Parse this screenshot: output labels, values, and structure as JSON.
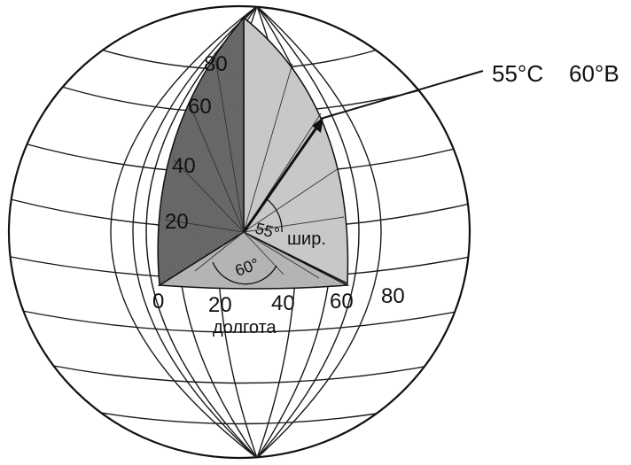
{
  "point_label": {
    "latitude": "55°C",
    "longitude": "60°B"
  },
  "latitude_ticks": [
    "20",
    "40",
    "60",
    "80"
  ],
  "longitude_ticks": [
    "0",
    "20",
    "40",
    "60",
    "80"
  ],
  "latitude_angle": "55°",
  "latitude_word": "шир.",
  "longitude_angle": "60°",
  "longitude_word": "долгота",
  "colors": {
    "dark_face": "#6e6e6e",
    "light_face": "#c8c8c8",
    "equator_band": "#b0b0b0",
    "line": "#111111"
  }
}
